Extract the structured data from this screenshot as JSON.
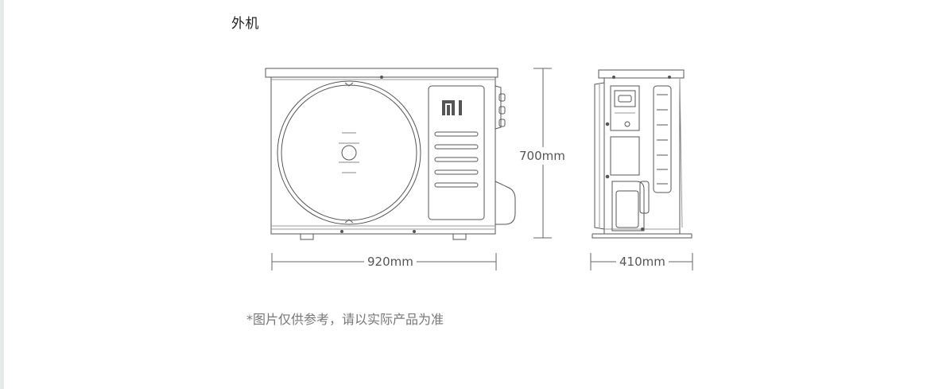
{
  "section_title": "外机",
  "brand_logo_text": "mi",
  "dimensions": {
    "width": "920mm",
    "height": "700mm",
    "depth": "410mm"
  },
  "disclaimer": "*图片仅供参考，请以实际产品为准",
  "colors": {
    "line": "#555555",
    "light_line": "#999999",
    "text": "#222222",
    "muted_text": "#777777",
    "left_strip": "#e4ecea"
  }
}
